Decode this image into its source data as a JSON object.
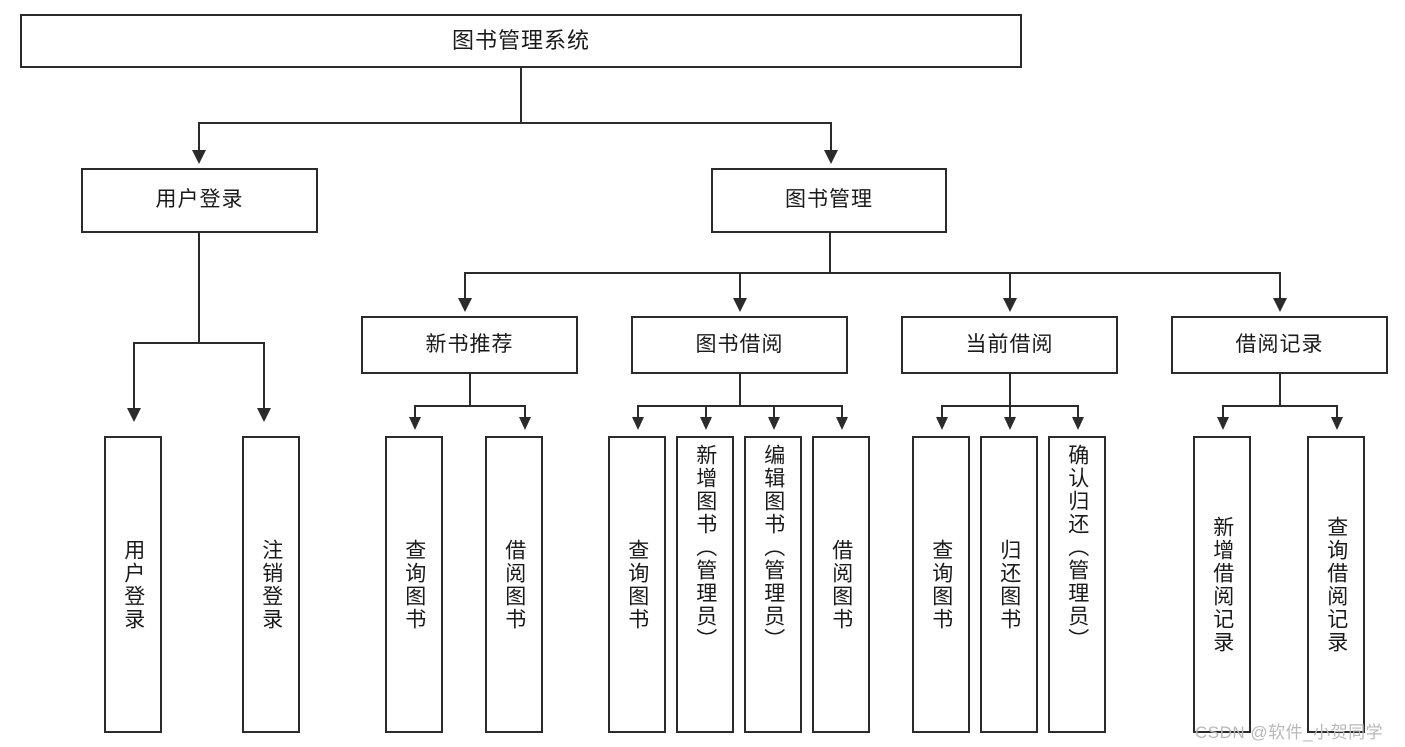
{
  "diagram": {
    "type": "tree",
    "title": "图书管理系统",
    "root": {
      "label": "图书管理系统"
    },
    "level2": [
      {
        "label": "用户登录"
      },
      {
        "label": "图书管理"
      }
    ],
    "level3": [
      {
        "label": "新书推荐"
      },
      {
        "label": "图书借阅"
      },
      {
        "label": "当前借阅"
      },
      {
        "label": "借阅记录"
      }
    ],
    "leaves": {
      "user_login": [
        {
          "label": "用户登录"
        },
        {
          "label": "注销登录"
        }
      ],
      "new_book_recommend": [
        {
          "label": "查询图书"
        },
        {
          "label": "借阅图书"
        }
      ],
      "book_borrow": [
        {
          "label": "查询图书"
        },
        {
          "label": "新增图书（管理员）"
        },
        {
          "label": "编辑图书（管理员）"
        },
        {
          "label": "借阅图书"
        }
      ],
      "current_borrow": [
        {
          "label": "查询图书"
        },
        {
          "label": "归还图书"
        },
        {
          "label": "确认归还（管理员）"
        }
      ],
      "borrow_record": [
        {
          "label": "新增借阅记录"
        },
        {
          "label": "查询借阅记录"
        }
      ]
    },
    "watermark": "CSDN @软件_小贺同学",
    "colors": {
      "stroke": "#2b2b2b",
      "fill": "#ffffff",
      "text": "#1a1a1a",
      "watermark": "#b9b9b9"
    }
  }
}
